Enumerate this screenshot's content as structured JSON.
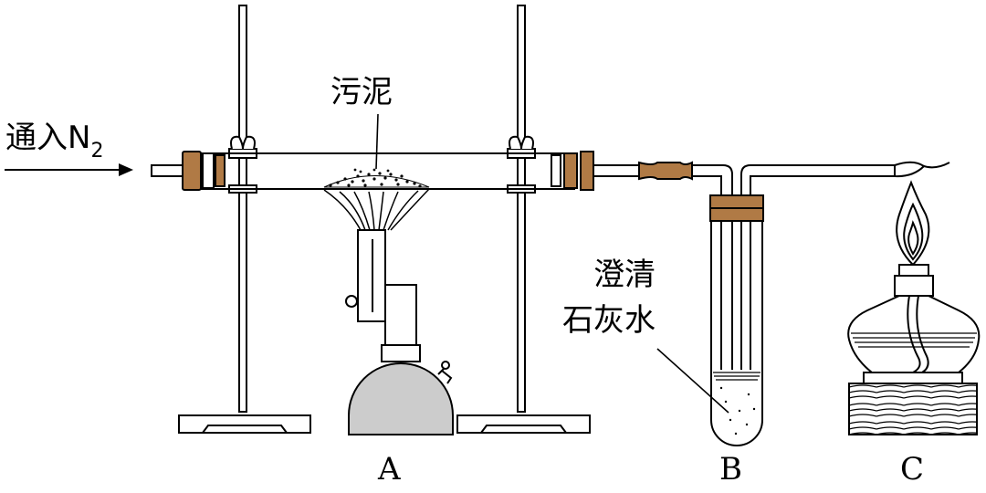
{
  "labels": {
    "gas_inlet": "通入N",
    "gas_subscript": "2",
    "sludge": "污泥",
    "limewater_line1": "澄清",
    "limewater_line2": "石灰水",
    "apparatus_a": "A",
    "apparatus_b": "B",
    "apparatus_c": "C"
  },
  "colors": {
    "stopper": "#b07a45",
    "burner_base": "#cccccc",
    "line": "#000000"
  }
}
